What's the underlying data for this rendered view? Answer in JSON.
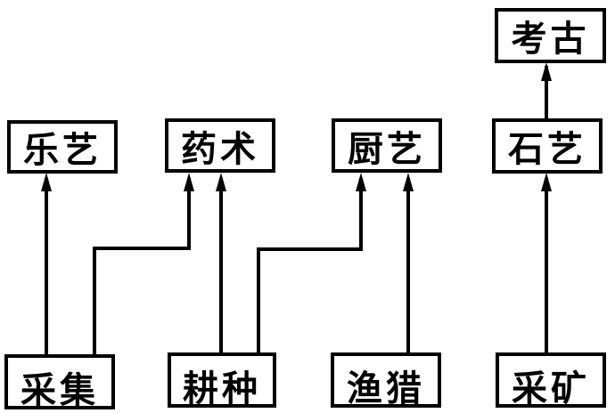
{
  "nodes": {
    "kaogu": "考古",
    "leyi": "乐艺",
    "yaoshu": "药术",
    "chuyi": "厨艺",
    "shiyi": "石艺",
    "caiji": "采集",
    "gengzhong": "耕种",
    "yulie": "渔猎",
    "caikuang": "采矿"
  },
  "edges": [
    {
      "from": "采集",
      "to": "乐艺"
    },
    {
      "from": "采集",
      "to": "药术"
    },
    {
      "from": "耕种",
      "to": "药术"
    },
    {
      "from": "耕种",
      "to": "厨艺"
    },
    {
      "from": "渔猎",
      "to": "厨艺"
    },
    {
      "from": "采矿",
      "to": "石艺"
    },
    {
      "from": "石艺",
      "to": "考古"
    }
  ],
  "colors": {
    "line": "#000000",
    "background": "#ffffff"
  }
}
